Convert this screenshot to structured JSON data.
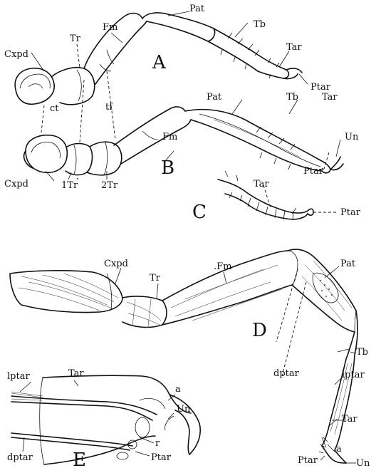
{
  "figure": {
    "panels": {
      "A": "A",
      "B": "B",
      "C": "C",
      "D": "D",
      "E": "E"
    },
    "labels": {
      "a_pat": "Pat",
      "a_fm": "Fm",
      "a_tb": "Tb",
      "a_tr": "Tr",
      "a_tar": "Tar",
      "a_cxpd": "Cxpd",
      "a_ptar": "Ptar",
      "b_ct": "ct",
      "b_tf": "tf",
      "b_pat": "Pat",
      "b_tb": "Tb",
      "b_tar": "Tar",
      "b_un": "Un",
      "b_fm": "Fm",
      "b_ptar": "Ptar",
      "b_cxpd": "Cxpd",
      "b_1tr": "1Tr",
      "b_2tr": "2Tr",
      "c_tar": "Tar",
      "c_ptar": "Ptar",
      "d_cxpd": "Cxpd",
      "d_fm": ".Fm",
      "d_pat": "Pat",
      "d_tr": "Tr",
      "d_tb": "Tb",
      "d_lptar": "lptar",
      "d_dptar": "dptar",
      "d_tar": "Tar",
      "d_a": "a",
      "d_ptar": "Ptar",
      "d_un": "Un",
      "e_lptar": "lptar",
      "e_tar": "Tar",
      "e_a": "a",
      "e_un": "Un",
      "e_r": "r",
      "e_dptar": "dptar",
      "e_ptar": "Ptar"
    }
  }
}
